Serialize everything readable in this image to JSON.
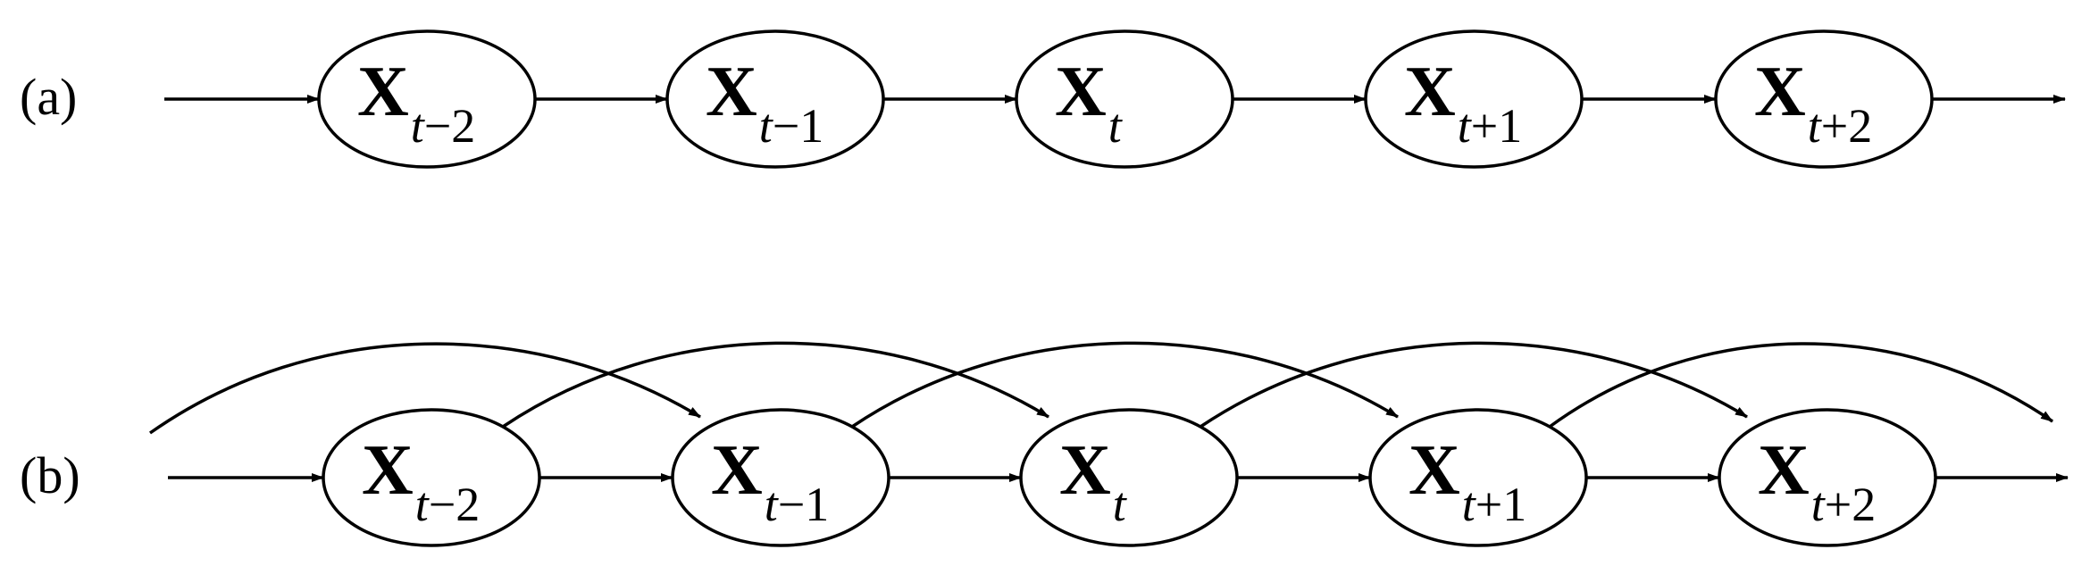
{
  "panels": [
    {
      "label": "(a)",
      "nodes": [
        {
          "var": "X",
          "sub_t": "t",
          "sub_rest": "−2"
        },
        {
          "var": "X",
          "sub_t": "t",
          "sub_rest": "−1"
        },
        {
          "var": "X",
          "sub_t": "t",
          "sub_rest": ""
        },
        {
          "var": "X",
          "sub_t": "t",
          "sub_rest": "+1"
        },
        {
          "var": "X",
          "sub_t": "t",
          "sub_rest": "+2"
        }
      ],
      "skip_edges": false
    },
    {
      "label": "(b)",
      "nodes": [
        {
          "var": "X",
          "sub_t": "t",
          "sub_rest": "−2"
        },
        {
          "var": "X",
          "sub_t": "t",
          "sub_rest": "−1"
        },
        {
          "var": "X",
          "sub_t": "t",
          "sub_rest": ""
        },
        {
          "var": "X",
          "sub_t": "t",
          "sub_rest": "+1"
        },
        {
          "var": "X",
          "sub_t": "t",
          "sub_rest": "+2"
        }
      ],
      "skip_edges": true
    }
  ],
  "colors": {
    "stroke": "#000000",
    "fill": "#ffffff"
  }
}
